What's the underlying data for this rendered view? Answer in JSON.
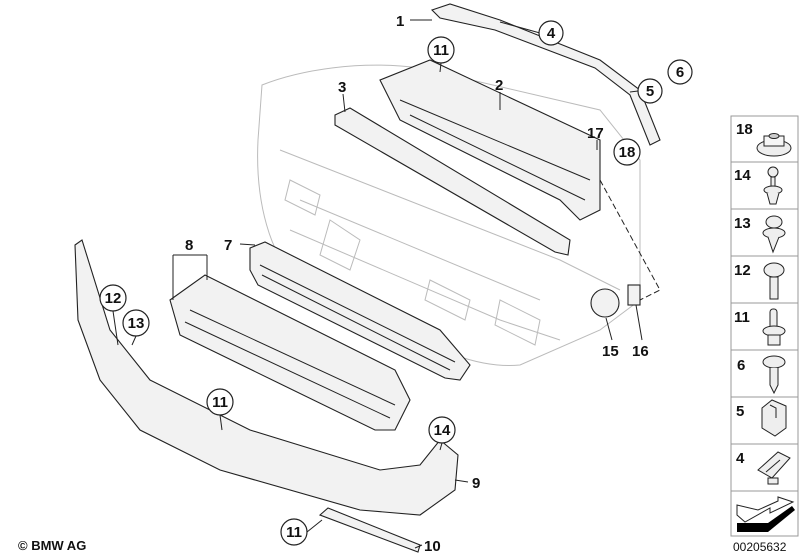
{
  "callouts": {
    "c1": "1",
    "c2": "2",
    "c3": "3",
    "c4": "4",
    "c5": "5",
    "c6": "6",
    "c7": "7",
    "c8": "8",
    "c9": "9",
    "c10": "10",
    "c11a": "11",
    "c11b": "11",
    "c11c": "11",
    "c12": "12",
    "c13": "13",
    "c14": "14",
    "c15": "15",
    "c16": "16",
    "c17": "17",
    "c18": "18"
  },
  "legend_panel": {
    "items": [
      {
        "label": "18",
        "icon": "flange-nut-icon"
      },
      {
        "label": "14",
        "icon": "expanding-rivet-icon"
      },
      {
        "label": "13",
        "icon": "push-clip-icon"
      },
      {
        "label": "12",
        "icon": "bolt-icon"
      },
      {
        "label": "11",
        "icon": "clip-pin-icon"
      },
      {
        "label": "6",
        "icon": "self-tapping-screw-icon"
      },
      {
        "label": "5",
        "icon": "clip-nut-icon"
      },
      {
        "label": "4",
        "icon": "spring-clip-icon"
      }
    ],
    "arrow_icon": "direction-arrow-icon"
  },
  "footer": {
    "copyright": "© BMW AG",
    "document_id": "00205632"
  }
}
